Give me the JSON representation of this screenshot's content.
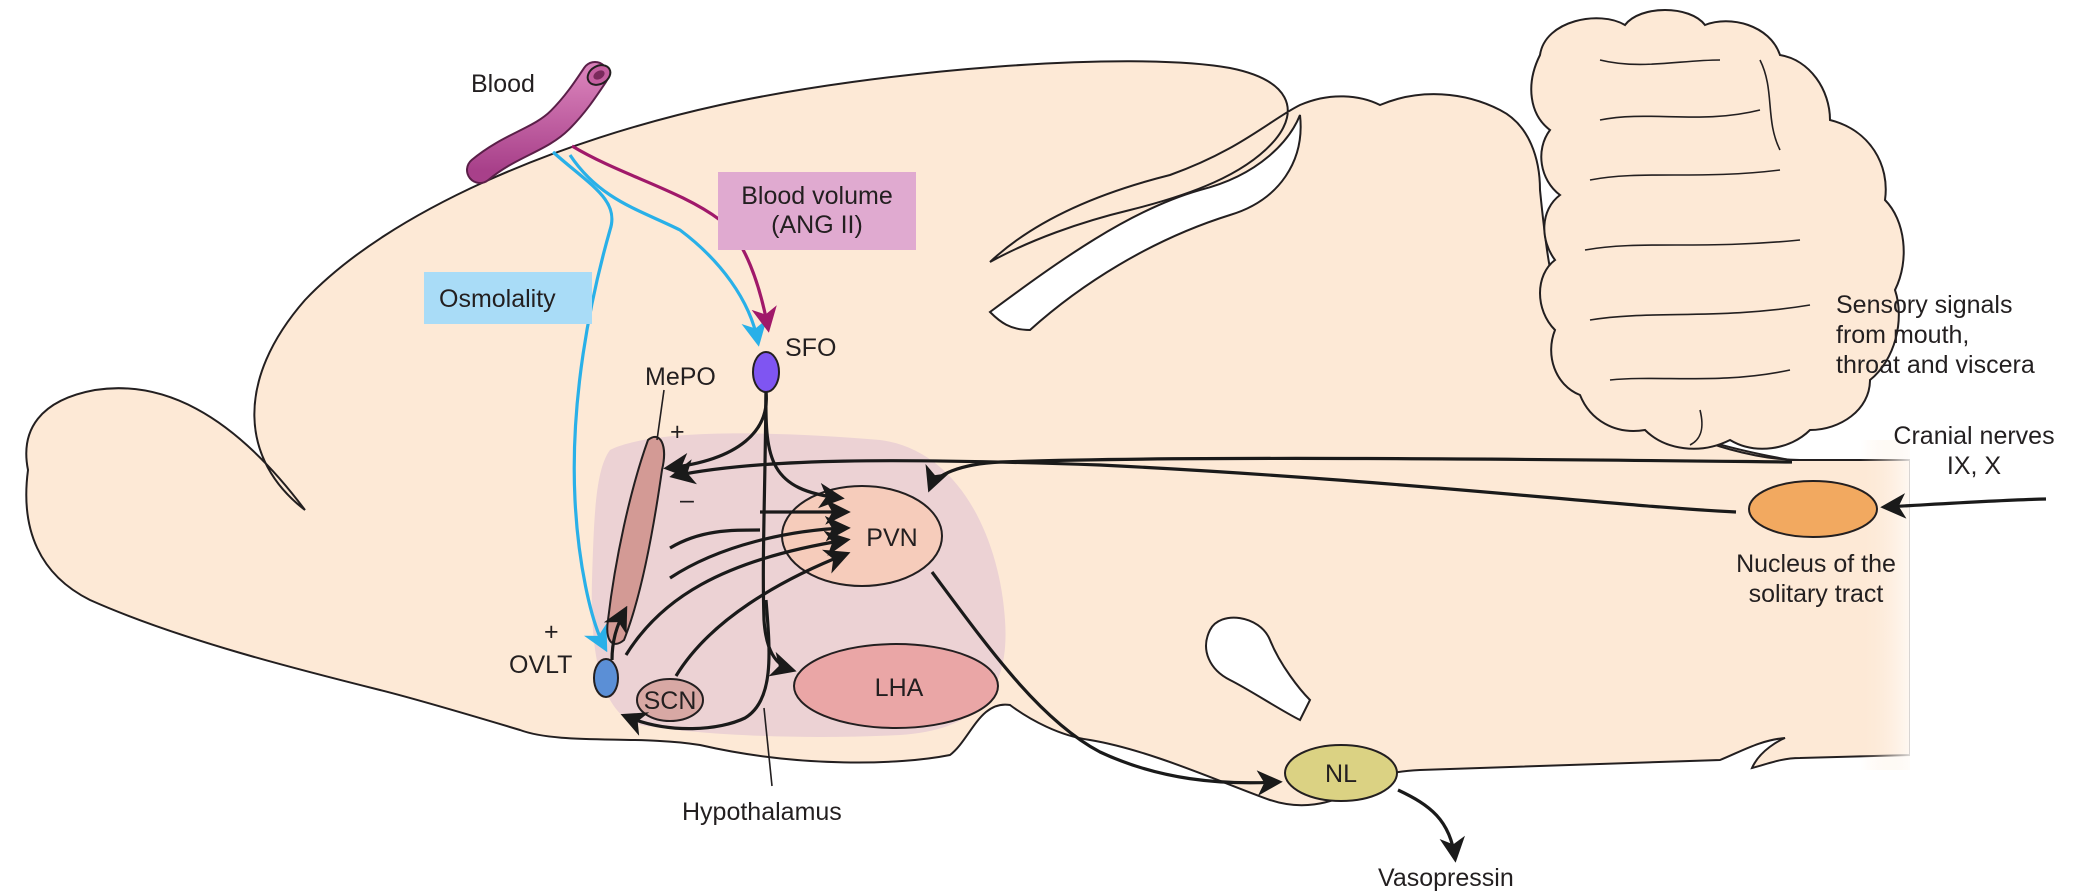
{
  "colors": {
    "brain_fill": "#fde9d6",
    "hypothalamus_fill": "#ecd2d4",
    "blood_vessel": "#c55fa0",
    "osmolality_pathway": "#29b0e8",
    "blood_volume_pathway": "#a0196a",
    "osmolality_box": "#a9dcf7",
    "blood_volume_box": "#e0aad0",
    "sfo_node": "#7f55f2",
    "ovlt_node": "#5b8fd6",
    "mepo_node": "#d39a95",
    "scn_node": "#d8a8a4",
    "pvn_node": "#f6ccbb",
    "lha_node": "#eaa6a6",
    "nts_node": "#f2a960",
    "nl_node": "#dbd283",
    "arrow": "#1a1a1a"
  },
  "icons": [
    "blood-vessel-icon",
    "arrowhead-icon"
  ],
  "labels": {
    "blood": "Blood",
    "osmolality": "Osmolality",
    "blood_volume_line1": "Blood volume",
    "blood_volume_line2": "(ANG II)",
    "sfo": "SFO",
    "mepo": "MePO",
    "ovlt": "OVLT",
    "scn": "SCN",
    "pvn": "PVN",
    "lha": "LHA",
    "nl": "NL",
    "hypothalamus": "Hypothalamus",
    "vasopressin": "Vasopressin",
    "nts_line1": "Nucleus of the",
    "nts_line2": "solitary tract",
    "cranial_line1": "Cranial nerves",
    "cranial_line2": "IX, X",
    "sensory_line1": "Sensory signals",
    "sensory_line2": "from mouth,",
    "sensory_line3": "throat and viscera",
    "plus_mepo": "+",
    "minus_mepo": "–",
    "plus_ovlt": "+"
  }
}
